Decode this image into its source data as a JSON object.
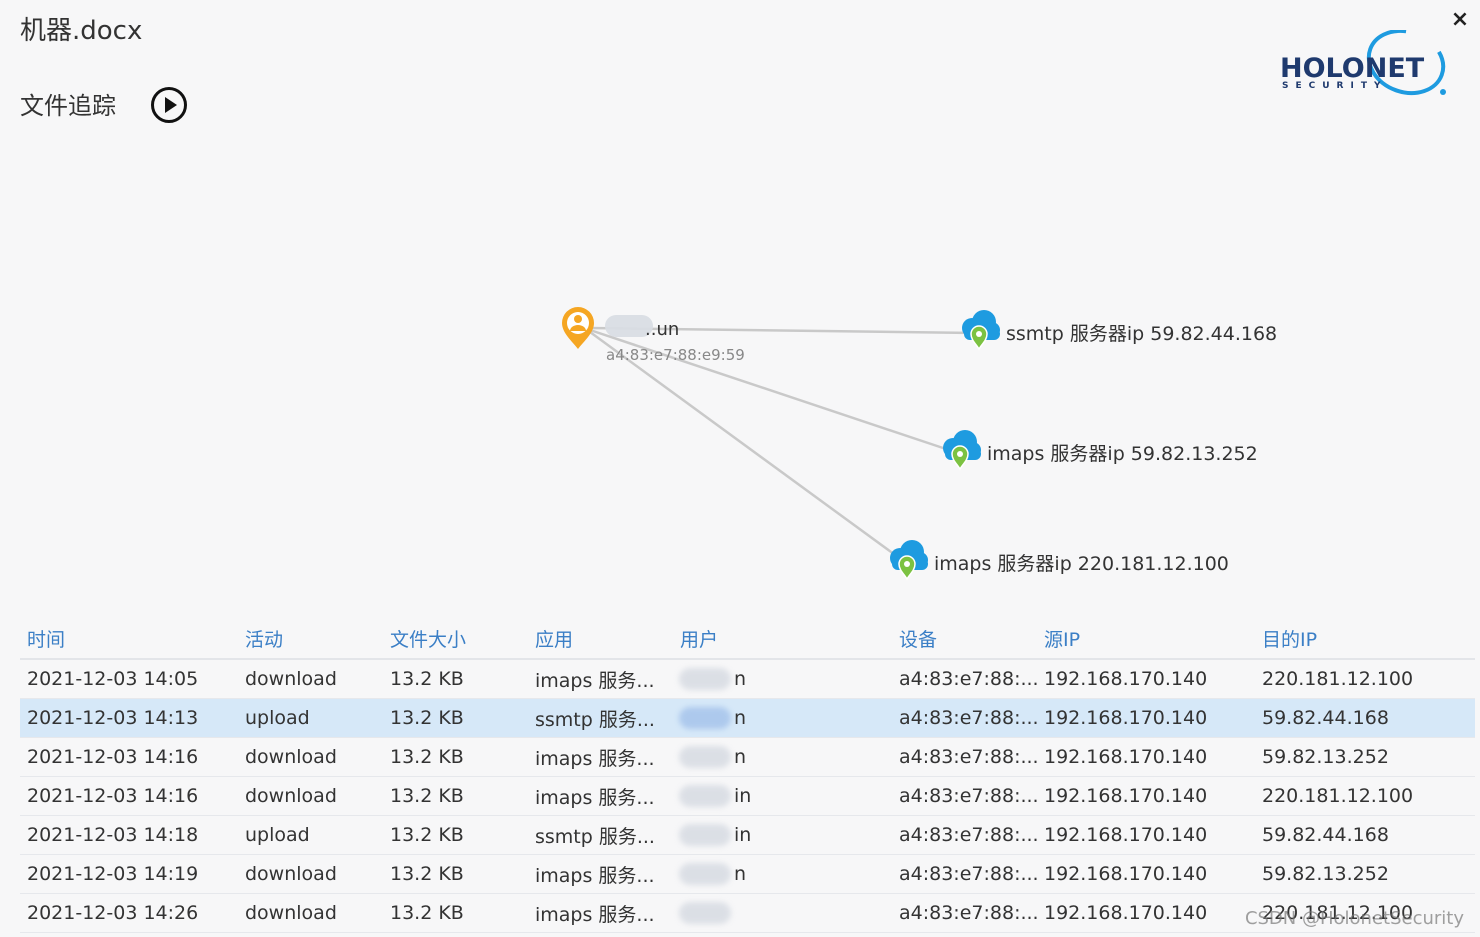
{
  "window": {
    "title": "机器.docx",
    "close_label": "×"
  },
  "logo": {
    "main": "HOLONET",
    "sub": "SECURITY"
  },
  "section": {
    "title": "文件追踪"
  },
  "graph": {
    "source": {
      "name": "..un",
      "mac": "a4:83:e7:88:e9:59"
    },
    "targets": [
      {
        "label": "ssmtp 服务器ip 59.82.44.168"
      },
      {
        "label": "imaps 服务器ip 59.82.13.252"
      },
      {
        "label": "imaps 服务器ip 220.181.12.100"
      }
    ],
    "colors": {
      "edge": "#c9c9c9",
      "user_icon": "#f5a623",
      "cloud": "#1e9be0",
      "pin": "#7cc242"
    }
  },
  "table": {
    "headers": [
      "时间",
      "活动",
      "文件大小",
      "应用",
      "用户",
      "设备",
      "源IP",
      "目的IP"
    ],
    "rows": [
      {
        "time": "2021-12-03 14:05",
        "activity": "download",
        "size": "13.2 KB",
        "app": "imaps 服务...",
        "user": "n",
        "device": "a4:83:e7:88:...",
        "src": "192.168.170.140",
        "dst": "220.181.12.100",
        "selected": false
      },
      {
        "time": "2021-12-03 14:13",
        "activity": "upload",
        "size": "13.2 KB",
        "app": "ssmtp 服务...",
        "user": "n",
        "device": "a4:83:e7:88:...",
        "src": "192.168.170.140",
        "dst": "59.82.44.168",
        "selected": true
      },
      {
        "time": "2021-12-03 14:16",
        "activity": "download",
        "size": "13.2 KB",
        "app": "imaps 服务...",
        "user": "n",
        "device": "a4:83:e7:88:...",
        "src": "192.168.170.140",
        "dst": "59.82.13.252",
        "selected": false
      },
      {
        "time": "2021-12-03 14:16",
        "activity": "download",
        "size": "13.2 KB",
        "app": "imaps 服务...",
        "user": "in",
        "device": "a4:83:e7:88:...",
        "src": "192.168.170.140",
        "dst": "220.181.12.100",
        "selected": false
      },
      {
        "time": "2021-12-03 14:18",
        "activity": "upload",
        "size": "13.2 KB",
        "app": "ssmtp 服务...",
        "user": "in",
        "device": "a4:83:e7:88:...",
        "src": "192.168.170.140",
        "dst": "59.82.44.168",
        "selected": false
      },
      {
        "time": "2021-12-03 14:19",
        "activity": "download",
        "size": "13.2 KB",
        "app": "imaps 服务...",
        "user": "n",
        "device": "a4:83:e7:88:...",
        "src": "192.168.170.140",
        "dst": "59.82.13.252",
        "selected": false
      },
      {
        "time": "2021-12-03 14:26",
        "activity": "download",
        "size": "13.2 KB",
        "app": "imaps 服务...",
        "user": "",
        "device": "a4:83:e7:88:...",
        "src": "192.168.170.140",
        "dst": "220.181.12.100",
        "selected": false
      }
    ]
  },
  "watermark": "CSDN @HolonetSecurity"
}
